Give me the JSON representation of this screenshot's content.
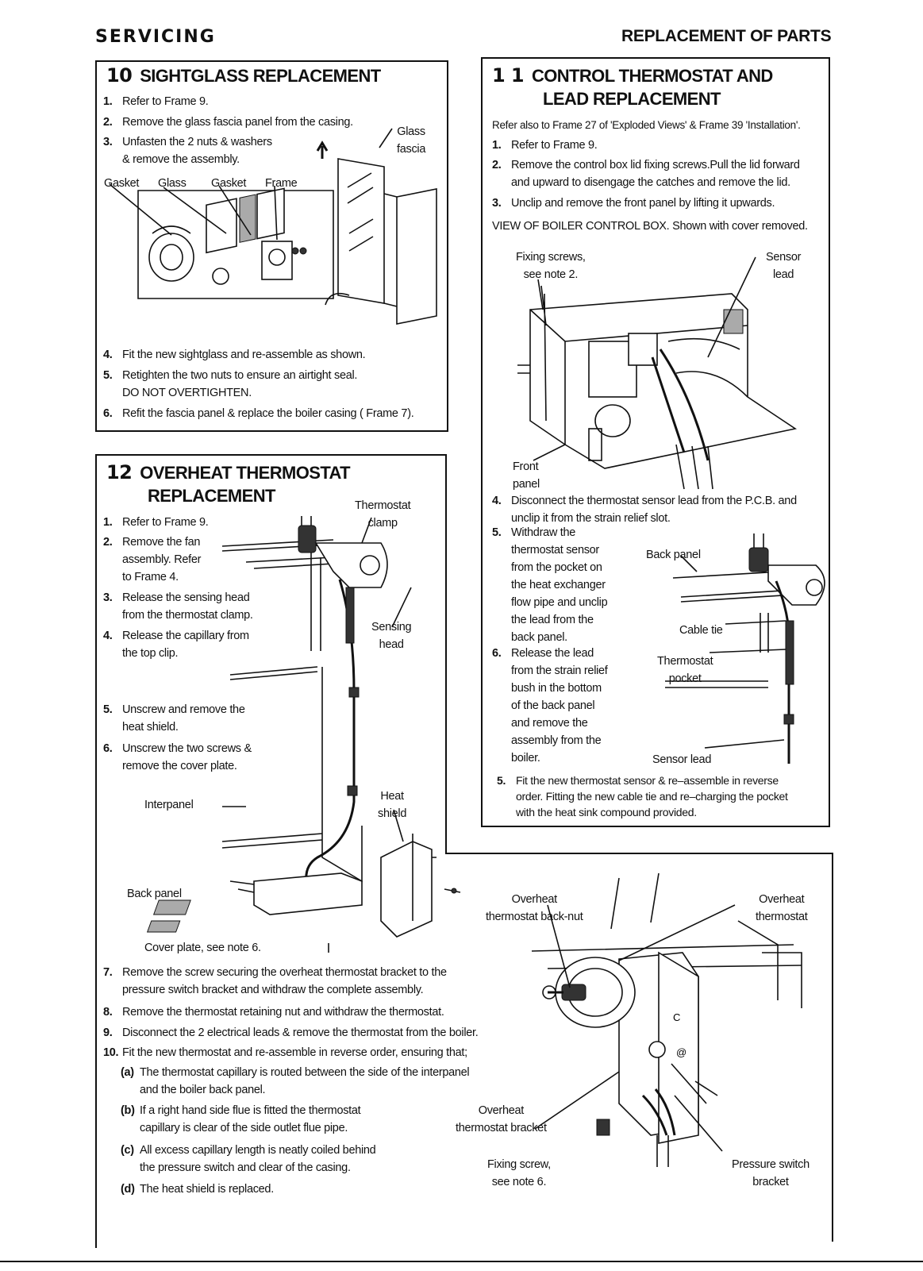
{
  "header": {
    "left": "SERVICING",
    "right": "REPLACEMENT OF PARTS"
  },
  "frame10": {
    "number": "10",
    "title": "SIGHTGLASS REPLACEMENT",
    "steps": [
      {
        "n": "1.",
        "text": "Refer to Frame 9."
      },
      {
        "n": "2.",
        "text": "Remove the glass fascia panel from the casing."
      },
      {
        "n": "3.",
        "text": "Unfasten the 2 nuts & washers",
        "cont": "& remove the assembly."
      },
      {
        "n": "4.",
        "text": "Fit the new sightglass and re-assemble as shown."
      },
      {
        "n": "5.",
        "text": "Retighten the two nuts to ensure an airtight seal.",
        "cont": "DO NOT OVERTIGHTEN."
      },
      {
        "n": "6.",
        "text": "Refit the fascia panel & replace the boiler casing ( Frame 7)."
      }
    ],
    "labels": {
      "gasket1": "Gasket",
      "glass": "Glass",
      "gasket2": "Gasket",
      "frame": "Frame",
      "glass_fascia_1": "Glass",
      "glass_fascia_2": "fascia"
    }
  },
  "frame11": {
    "number": "1 1",
    "title_line1": "CONTROL THERMOSTAT AND",
    "title_line2": "LEAD REPLACEMENT",
    "refer_also": "Refer also to Frame 27 of 'Exploded Views' & Frame 39 'Installation'.",
    "steps_top": [
      {
        "n": "1.",
        "text": "Refer to Frame 9."
      },
      {
        "n": "2.",
        "text": "Remove the control box lid fixing screws.Pull the lid forward",
        "cont": "and upward to disengage the catches and remove the lid."
      },
      {
        "n": "3.",
        "text": "Unclip and remove the front panel by lifting it upwards."
      }
    ],
    "view_caption": "VIEW OF BOILER CONTROL BOX. Shown with cover removed.",
    "labels": {
      "fixing_screws_1": "Fixing screws,",
      "fixing_screws_2": "see note 2.",
      "sensor_lead_1": "Sensor",
      "sensor_lead_2": "lead",
      "front_panel_1": "Front",
      "front_panel_2": "panel",
      "back_panel": "Back panel",
      "cable_tie": "Cable tie",
      "thermostat_pocket_1": "Thermostat",
      "thermostat_pocket_2": "pocket",
      "sensor_lead_b": "Sensor lead"
    },
    "step4": {
      "n": "4.",
      "text": "Disconnect the thermostat sensor lead from the P.C.B. and",
      "cont": "unclip it from the strain relief slot."
    },
    "step5": {
      "n": "5.",
      "lines": [
        "Withdraw the",
        "thermostat sensor",
        "from the pocket on",
        "the heat exchanger",
        "flow pipe and unclip",
        "the lead from the",
        "back panel."
      ]
    },
    "step6": {
      "n": "6.",
      "lines": [
        "Release the lead",
        "from the strain relief",
        "bush in the bottom",
        "of the back panel",
        "and remove the",
        "assembly from the",
        "boiler."
      ]
    },
    "step5b": {
      "n": "5.",
      "lines": [
        "Fit the new thermostat sensor & re–assemble in reverse",
        "order. Fitting the new cable tie and re–charging the pocket",
        "with the heat sink compound provided."
      ]
    }
  },
  "frame12": {
    "number": "12",
    "title_line1": "OVERHEAT THERMOSTAT",
    "title_line2": "REPLACEMENT",
    "steps": [
      {
        "n": "1.",
        "lines": [
          "Refer to Frame 9."
        ]
      },
      {
        "n": "2.",
        "lines": [
          "Remove the fan",
          "assembly. Refer",
          "to Frame 4."
        ]
      },
      {
        "n": "3.",
        "lines": [
          "Release the sensing head",
          "from the thermostat clamp."
        ]
      },
      {
        "n": "4.",
        "lines": [
          "Release the capillary from",
          "the top clip."
        ]
      },
      {
        "n": "5.",
        "lines": [
          "Unscrew and remove the",
          "heat shield."
        ]
      },
      {
        "n": "6.",
        "lines": [
          "Unscrew the two screws &",
          "remove the cover plate."
        ]
      }
    ],
    "labels": {
      "thermostat_clamp_1": "Thermostat",
      "thermostat_clamp_2": "clamp",
      "sensing_head_1": "Sensing",
      "sensing_head_2": "head",
      "heat_shield_1": "Heat",
      "heat_shield_2": "shield",
      "interpanel": "Interpanel",
      "back_panel": "Back panel",
      "cover_plate": "Cover plate, see note 6.",
      "overheat_backnut_1": "Overheat",
      "overheat_backnut_2": "thermostat back-nut",
      "overheat_thermostat_1": "Overheat",
      "overheat_thermostat_2": "thermostat",
      "overheat_bracket_1": "Overheat",
      "overheat_bracket_2": "thermostat bracket",
      "fixing_screw_1": "Fixing screw,",
      "fixing_screw_2": "see note 6.",
      "pressure_switch_1": "Pressure switch",
      "pressure_switch_2": "bracket"
    },
    "steps_bottom": [
      {
        "n": "7.",
        "lines": [
          "Remove the screw securing the overheat thermostat bracket to the",
          "pressure switch bracket and withdraw the complete assembly."
        ]
      },
      {
        "n": "8.",
        "lines": [
          "Remove the thermostat retaining nut and withdraw the thermostat."
        ]
      },
      {
        "n": "9.",
        "lines": [
          "Disconnect the 2 electrical leads & remove the thermostat from the boiler."
        ]
      },
      {
        "n": "10.",
        "lines": [
          "Fit the new thermostat and re-assemble in reverse order, ensuring that;"
        ]
      }
    ],
    "substeps": [
      {
        "n": "(a)",
        "lines": [
          "The thermostat capillary is routed between the side of the interpanel",
          "and the boiler back panel."
        ]
      },
      {
        "n": "(b)",
        "lines": [
          "If a right hand side flue is fitted the thermostat",
          "capillary is clear of the side outlet flue pipe."
        ]
      },
      {
        "n": "(c)",
        "lines": [
          "All excess capillary length is neatly coiled behind",
          "the pressure switch and clear of the casing."
        ]
      },
      {
        "n": "(d)",
        "lines": [
          "The heat shield is replaced."
        ]
      }
    ]
  }
}
